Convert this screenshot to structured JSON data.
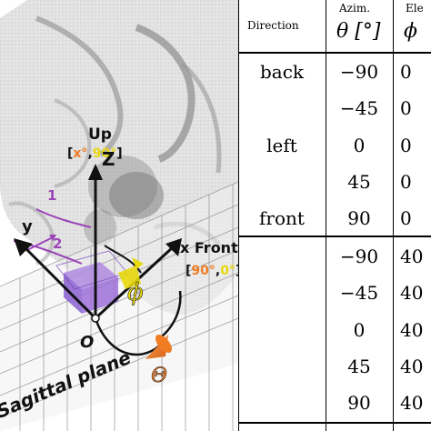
{
  "diagram": {
    "up_label": "Up",
    "up_coords_open": "[",
    "up_coords_x": "x°",
    "up_coords_sep": ",",
    "up_coords_90": "90°",
    "up_coords_close": "]",
    "z_label": "Z",
    "y_label": "y",
    "x_front_label": "x Front",
    "front_coords_open": "[",
    "front_coords_90": "90°",
    "front_coords_sep": ",",
    "front_coords_0": "0°",
    "front_coords_close": "]",
    "phi_label": "ϕ",
    "origin_label": "O",
    "theta_label": "Θ",
    "sagittal_label": "Sagittal plane",
    "marker_1": "1",
    "marker_2": "2",
    "colors": {
      "accent_orange": "#f07c24",
      "accent_yellow": "#e8d80c",
      "accent_purple": "#9b45b8",
      "axis": "#111111"
    }
  },
  "table": {
    "header": {
      "direction": "Direction",
      "azim_label": "Azim.",
      "azim_symbol": "θ [°]",
      "elev_label": "Ele",
      "elev_symbol": "ϕ"
    },
    "rows": [
      {
        "direction": "back",
        "azim": "−90",
        "elev": "0"
      },
      {
        "direction": "",
        "azim": "−45",
        "elev": "0"
      },
      {
        "direction": "left",
        "azim": "0",
        "elev": "0"
      },
      {
        "direction": "",
        "azim": "45",
        "elev": "0"
      },
      {
        "direction": "front",
        "azim": "90",
        "elev": "0"
      },
      {
        "direction": "",
        "azim": "−90",
        "elev": "40"
      },
      {
        "direction": "",
        "azim": "−45",
        "elev": "40"
      },
      {
        "direction": "",
        "azim": "0",
        "elev": "40"
      },
      {
        "direction": "",
        "azim": "45",
        "elev": "40"
      },
      {
        "direction": "",
        "azim": "90",
        "elev": "40"
      }
    ]
  }
}
